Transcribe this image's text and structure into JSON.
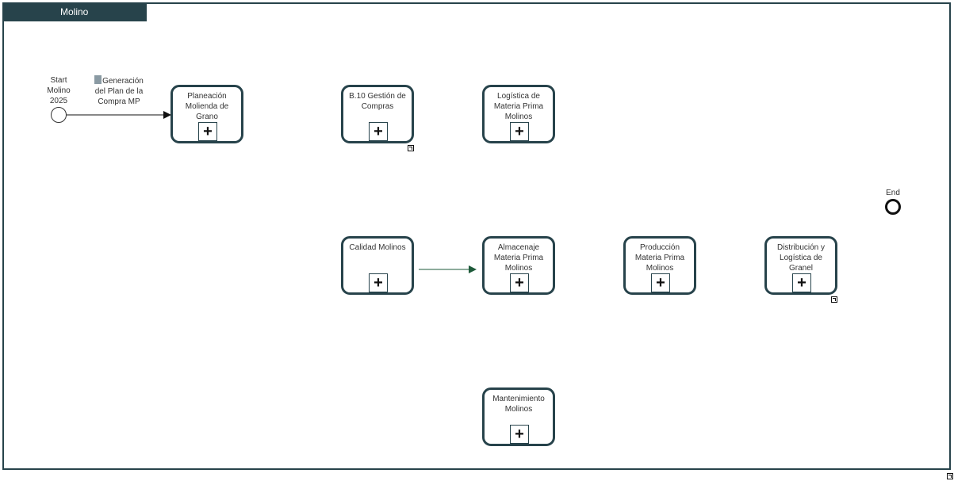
{
  "pool": {
    "name": "Molino"
  },
  "start_event": {
    "label": "Start\nMolino\n2025"
  },
  "end_event": {
    "label": "End"
  },
  "document": {
    "label": "Generación\ndel Plan de la\nCompra MP",
    "icon": "document-icon"
  },
  "tasks": [
    {
      "id": "planeacion",
      "label": "Planeación Molienda de Grano",
      "linked": false
    },
    {
      "id": "gestion-compras",
      "label": "B.10 Gestión de Compras",
      "linked": true
    },
    {
      "id": "logistica-mp",
      "label": "Logística de Materia Prima Molinos",
      "linked": false
    },
    {
      "id": "calidad",
      "label": "Calidad Molinos",
      "linked": false
    },
    {
      "id": "almacenaje",
      "label": "Almacenaje Materia Prima Molinos",
      "linked": false
    },
    {
      "id": "produccion",
      "label": "Producción Materia Prima Molinos",
      "linked": false
    },
    {
      "id": "distribucion",
      "label": "Distribución y Logística de Granel",
      "linked": true
    },
    {
      "id": "mantenimiento",
      "label": "Mantenimiento Molinos",
      "linked": false
    }
  ],
  "colors": {
    "pool": "#27434b",
    "flow": "#111111",
    "association": "#1e5a3a",
    "document_icon": "#8a9aa3"
  },
  "expand_symbol": "+"
}
